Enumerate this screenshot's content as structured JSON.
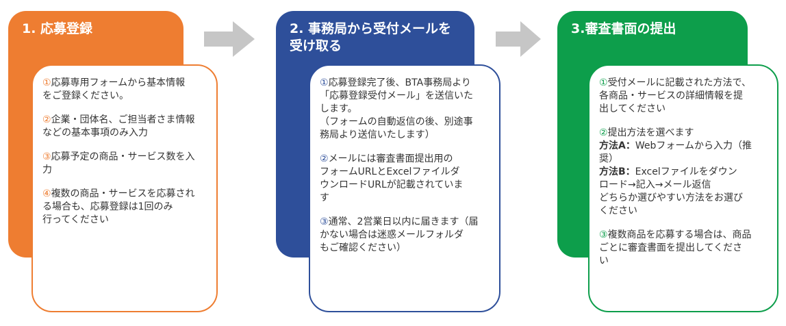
{
  "colors": {
    "step1": "#ee7d31",
    "step2": "#2e4f9a",
    "step3": "#0d9e4b",
    "arrow": "#c6c6c6",
    "text": "#333333"
  },
  "steps": [
    {
      "title": "1. 応募登録",
      "items": [
        {
          "num": "①",
          "lines": [
            "応募専用フォームから基本情報",
            "をご登録ください。"
          ]
        },
        {
          "num": "②",
          "lines": [
            "企業・団体名、ご担当者さま情報",
            "などの基本事項のみ入力"
          ]
        },
        {
          "num": "③",
          "lines": [
            "応募予定の商品・サービス数を入",
            "力"
          ]
        },
        {
          "num": "④",
          "lines": [
            "複数の商品・サービスを応募され",
            "る場合も、応募登録は1回のみ",
            "行ってください"
          ]
        }
      ]
    },
    {
      "title_lines": [
        "2. 事務局から受付メールを",
        "受け取る"
      ],
      "items": [
        {
          "num": "①",
          "lines": [
            "応募登録完了後、BTA事務局より",
            "「応募登録受付メール」を送信いた",
            "します。",
            "（フォームの自動返信の後、別途事",
            "務局より送信いたします）"
          ]
        },
        {
          "num": "②",
          "lines": [
            "メールには審査書面提出用の",
            "フォームURLとExcelファイルダ",
            "ウンロードURLが記載されていま",
            "す"
          ]
        },
        {
          "num": "③",
          "lines": [
            "通常、2営業日以内に届きます（届",
            "かない場合は迷惑メールフォルダ",
            "もご確認ください）"
          ]
        }
      ]
    },
    {
      "title": "3.審査書面の提出",
      "item1": {
        "num": "①",
        "lines": [
          "受付メールに記載された方法で、",
          "各商品・サービスの詳細情報を提",
          "出してください"
        ]
      },
      "item2": {
        "num": "②",
        "intro": "提出方法を選べます",
        "methodA_label": "方法A：",
        "methodA_text": "Webフォームから入力（推",
        "methodA_cont": "奨）",
        "methodB_label": "方法B：",
        "methodB_text": "Excelファイルをダウン",
        "methodB_lines": [
          "ロード→記入→メール返信",
          "どちらか選びやすい方法をお選び",
          "ください"
        ]
      },
      "item3": {
        "num": "③",
        "lines": [
          "複数商品を応募する場合は、商品",
          "ごとに審査書面を提出してくださ",
          "い"
        ]
      }
    }
  ]
}
